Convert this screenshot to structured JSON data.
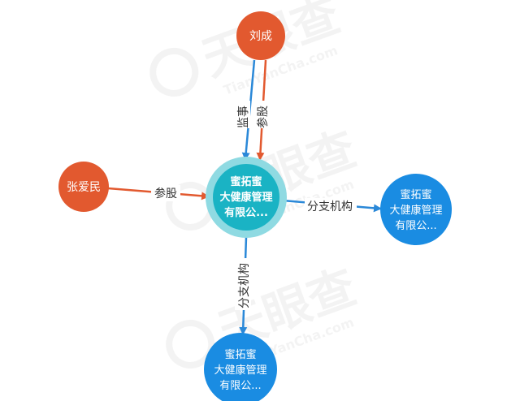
{
  "watermark": {
    "text": "天眼查",
    "sub": "TianYanCha.com"
  },
  "colors": {
    "person_node": "#e2592f",
    "center_node": "#1ab3c4",
    "center_ring": "#8fdae2",
    "company_node": "#1a8ce2",
    "edge_blue": "#2a88d8",
    "edge_orange": "#e2592f"
  },
  "nodes": {
    "liucheng": {
      "name": "刘成",
      "icon": "person-node"
    },
    "zhangaimin": {
      "name": "张爱民",
      "icon": "person-node"
    },
    "center": {
      "line1": "蜜拓蜜",
      "line2": "大健康管理",
      "line3": "有限公..."
    },
    "branch_right": {
      "line1": "蜜拓蜜",
      "line2": "大健康管理",
      "line3": "有限公..."
    },
    "branch_bottom": {
      "line1": "蜜拓蜜",
      "line2": "大健康管理",
      "line3": "有限公..."
    }
  },
  "edges": {
    "supervisor": "监事",
    "share_liucheng": "参股",
    "share_zhangaimin": "参股",
    "branch_right": "分支机构",
    "branch_bottom": "分支机构"
  }
}
